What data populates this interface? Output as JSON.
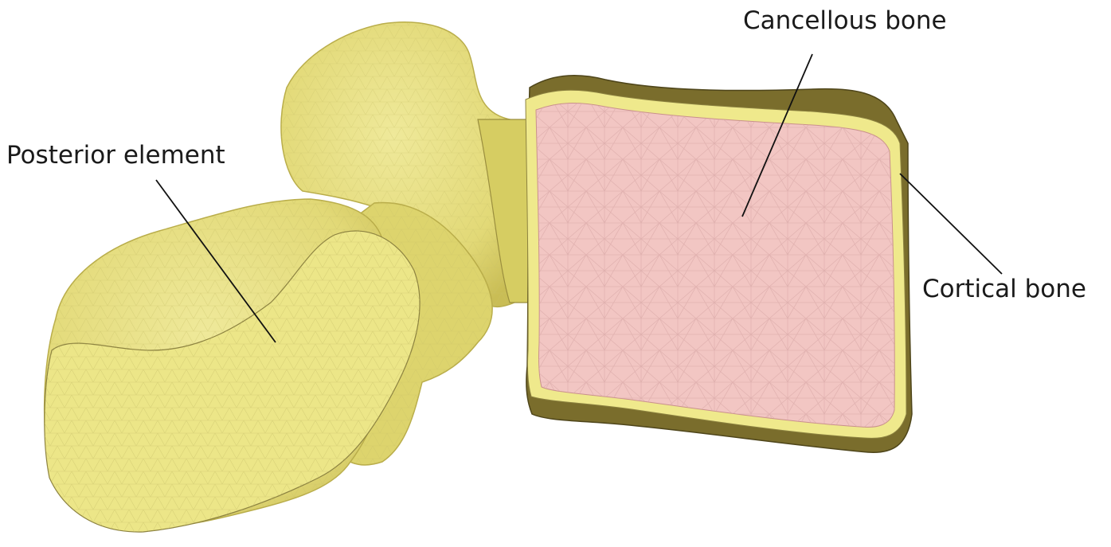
{
  "labels": {
    "cancellous": "Cancellous bone",
    "posterior": "Posterior element",
    "cortical": "Cortical bone"
  },
  "colors": {
    "background": "#ffffff",
    "posterior_fill": "#e8e48a",
    "posterior_shade": "#d6cf63",
    "posterior_mesh": "#c9c26a",
    "cortical_dark": "#7a6d2c",
    "cortical_light": "#efe98c",
    "cancellous_fill": "#f2c6c3",
    "cancellous_mesh": "#d9a9a7",
    "leader_line": "#111111"
  }
}
